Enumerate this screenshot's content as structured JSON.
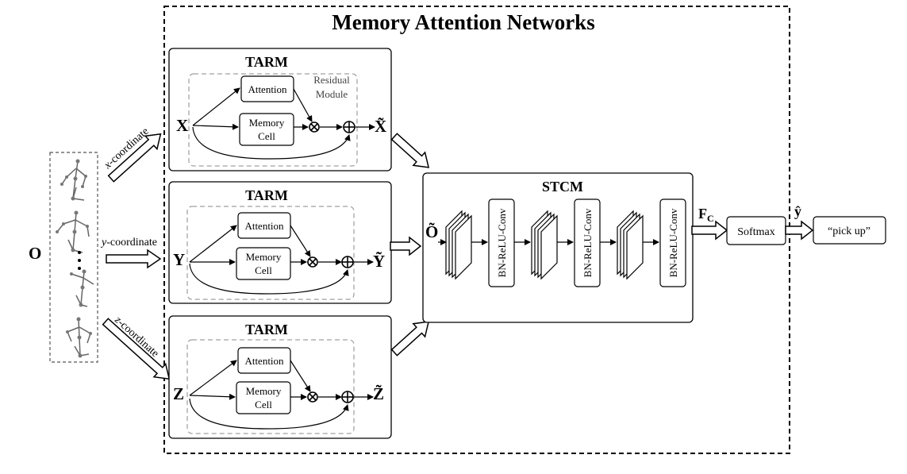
{
  "diagram": {
    "title": "Memory Attention Networks",
    "input_symbol": "O",
    "coordinates": [
      {
        "italic": "x",
        "text": "-coordinate"
      },
      {
        "italic": "y",
        "text": "-coordinate"
      },
      {
        "italic": "z",
        "text": "-coordinate"
      }
    ],
    "tarm_modules": [
      {
        "title": "TARM",
        "input": "X",
        "output": "X̃",
        "attention": "Attention",
        "memory_line1": "Memory",
        "memory_line2": "Cell",
        "residual_line1": "Residual",
        "residual_line2": "Module"
      },
      {
        "title": "TARM",
        "input": "Y",
        "output": "Ỹ",
        "attention": "Attention",
        "memory_line1": "Memory",
        "memory_line2": "Cell"
      },
      {
        "title": "TARM",
        "input": "Z",
        "output": "Z̃",
        "attention": "Attention",
        "memory_line1": "Memory",
        "memory_line2": "Cell"
      }
    ],
    "stcm": {
      "title": "STCM",
      "input": "Õ",
      "blocks": [
        "BN-ReLU-Conv",
        "BN-ReLU-Conv",
        "BN-ReLU-Conv"
      ]
    },
    "fc_label": "F",
    "fc_sub": "C",
    "softmax": "Softmax",
    "y_hat": "ŷ",
    "output_label": "“pick up”"
  }
}
